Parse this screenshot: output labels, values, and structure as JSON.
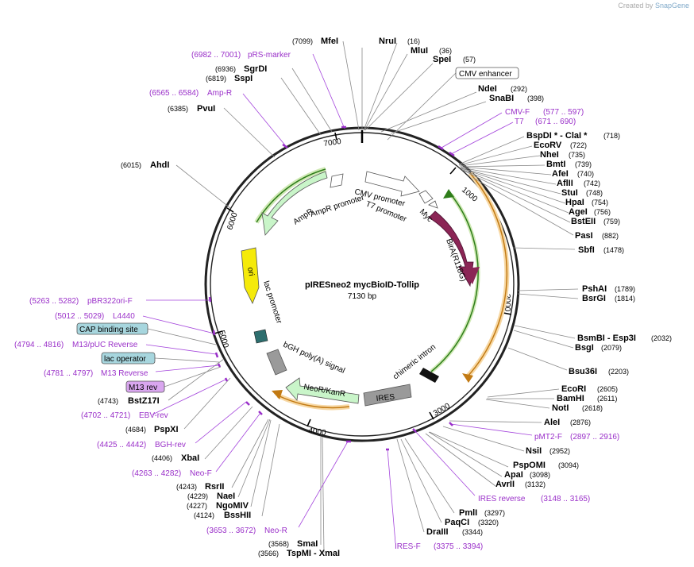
{
  "credit": {
    "prefix": "Created by",
    "brand": "SnapGene"
  },
  "plasmid": {
    "name": "pIRESneo2 mycBioID-Tollip",
    "length": "7130 bp"
  },
  "ticks": [
    "1000",
    "2000",
    "3000",
    "4000",
    "5000",
    "6000",
    "7000"
  ],
  "features": {
    "cmv_promoter": "CMV promoter",
    "t7_promoter": "T7 promoter",
    "myc": "Myc",
    "bira": "BirA(R118G)",
    "chimeric_intron": "chimeric intron",
    "ires": "IRES",
    "neor": "NeoR/KanR",
    "bgh": "bGH poly(A) signal",
    "lac_promoter": "lac promoter",
    "ori": "ori",
    "ampr": "AmpR",
    "ampr_promoter": "AmpR promoter"
  },
  "boxed_labels": {
    "cmv_enhancer": "CMV enhancer",
    "cap_site": "CAP binding site",
    "lac_operator": "lac operator",
    "m13_rev": "M13 rev"
  },
  "right_labels": [
    {
      "name": "NruI",
      "pos": "(16)"
    },
    {
      "name": "MluI",
      "pos": "(36)"
    },
    {
      "name": "SpeI",
      "pos": "(57)"
    },
    {
      "name": "NdeI",
      "pos": "(292)"
    },
    {
      "name": "SnaBI",
      "pos": "(398)"
    },
    {
      "name": "BspDI * - ClaI *",
      "pos": "(718)"
    },
    {
      "name": "EcoRV",
      "pos": "(722)"
    },
    {
      "name": "NheI",
      "pos": "(735)"
    },
    {
      "name": "BmtI",
      "pos": "(739)"
    },
    {
      "name": "AfeI",
      "pos": "(740)"
    },
    {
      "name": "AflII",
      "pos": "(742)"
    },
    {
      "name": "StuI",
      "pos": "(748)"
    },
    {
      "name": "HpaI",
      "pos": "(754)"
    },
    {
      "name": "AgeI",
      "pos": "(756)"
    },
    {
      "name": "BstEII",
      "pos": "(759)"
    },
    {
      "name": "PasI",
      "pos": "(882)"
    },
    {
      "name": "SbfI",
      "pos": "(1478)"
    },
    {
      "name": "PshAI",
      "pos": "(1789)"
    },
    {
      "name": "BsrGI",
      "pos": "(1814)"
    },
    {
      "name": "BsmBI - Esp3I",
      "pos": "(2032)"
    },
    {
      "name": "BsgI",
      "pos": "(2079)"
    },
    {
      "name": "Bsu36I",
      "pos": "(2203)"
    },
    {
      "name": "EcoRI",
      "pos": "(2605)"
    },
    {
      "name": "BamHI",
      "pos": "(2611)"
    },
    {
      "name": "NotI",
      "pos": "(2618)"
    },
    {
      "name": "AleI",
      "pos": "(2876)"
    },
    {
      "name": "NsiI",
      "pos": "(2952)"
    },
    {
      "name": "PspOMI",
      "pos": "(3094)"
    },
    {
      "name": "ApaI",
      "pos": "(3098)"
    },
    {
      "name": "AvrII",
      "pos": "(3132)"
    },
    {
      "name": "PmlI",
      "pos": "(3297)"
    },
    {
      "name": "PaqCI",
      "pos": "(3320)"
    },
    {
      "name": "DraIII",
      "pos": "(3344)"
    }
  ],
  "left_labels": [
    {
      "name": "MfeI",
      "pos": "(7099)"
    },
    {
      "name": "SgrDI",
      "pos": "(6936)"
    },
    {
      "name": "SspI",
      "pos": "(6819)"
    },
    {
      "name": "PvuI",
      "pos": "(6385)"
    },
    {
      "name": "AhdI",
      "pos": "(6015)"
    },
    {
      "name": "BstZ17I",
      "pos": "(4743)"
    },
    {
      "name": "PspXI",
      "pos": "(4684)"
    },
    {
      "name": "XbaI",
      "pos": "(4406)"
    },
    {
      "name": "RsrII",
      "pos": "(4243)"
    },
    {
      "name": "NaeI",
      "pos": "(4229)"
    },
    {
      "name": "NgoMIV",
      "pos": "(4227)"
    },
    {
      "name": "BssHII",
      "pos": "(4124)"
    },
    {
      "name": "SmaI",
      "pos": "(3568)"
    },
    {
      "name": "TspMI - XmaI",
      "pos": "(3566)"
    }
  ],
  "primers": [
    {
      "name": "pRS-marker",
      "range": "(6982 .. 7001)"
    },
    {
      "name": "Amp-R",
      "range": "(6565 .. 6584)"
    },
    {
      "name": "CMV-F",
      "range": "(577 .. 597)"
    },
    {
      "name": "T7",
      "range": "(671 .. 690)"
    },
    {
      "name": "pBR322ori-F",
      "range": "(5263 .. 5282)"
    },
    {
      "name": "L4440",
      "range": "(5012 .. 5029)"
    },
    {
      "name": "M13/pUC Reverse",
      "range": "(4794 .. 4816)"
    },
    {
      "name": "M13 Reverse",
      "range": "(4781 .. 4797)"
    },
    {
      "name": "EBV-rev",
      "range": "(4702 .. 4721)"
    },
    {
      "name": "BGH-rev",
      "range": "(4425 .. 4442)"
    },
    {
      "name": "Neo-F",
      "range": "(4263 .. 4282)"
    },
    {
      "name": "Neo-R",
      "range": "(3653 .. 3672)"
    },
    {
      "name": "pMT2-F",
      "range": "(2897 .. 2916)"
    },
    {
      "name": "IRES reverse",
      "range": "(3148 .. 3165)"
    },
    {
      "name": "IRES-F",
      "range": "(3375 .. 3394)"
    }
  ],
  "colors": {
    "backbone": "#222222",
    "primer": "#9a30c9",
    "bira": "#8b2555",
    "orf_outline": "#e8a94a",
    "green_outline": "#6aa83a",
    "ori": "#f5ea0a",
    "neo": "#c9f5c9",
    "grey_feature": "#9a9a9a",
    "cap_box": "#a7d6de",
    "m13_box": "#d9a6ef"
  }
}
